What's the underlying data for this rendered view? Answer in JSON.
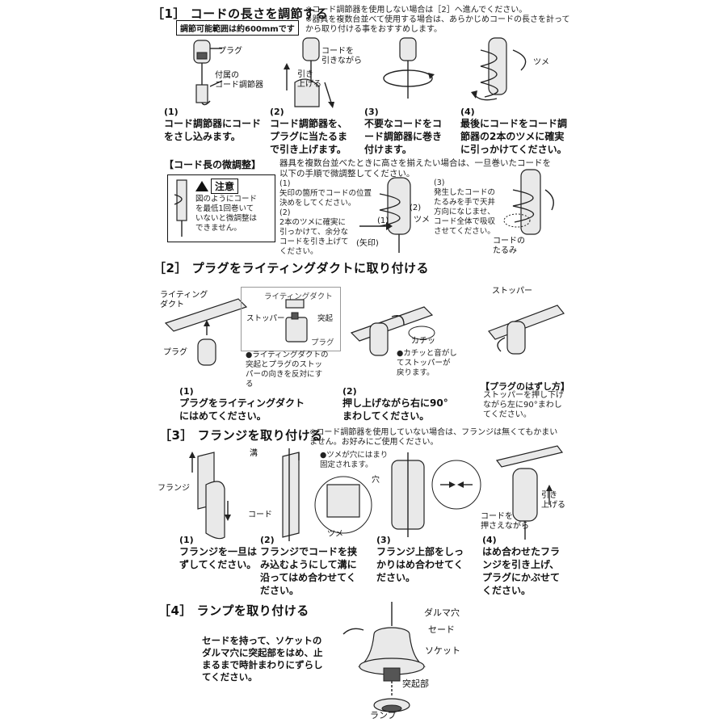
{
  "section1": {
    "title": "［1］ コードの長さを調節する",
    "note1": "※コード調節器を使用しない場合は［2］へ進んでください。",
    "note2": "※器具を複数台並べて使用する場合は、あらかじめコードの長さを計って\nから取り付ける事をおすすめします。",
    "range_label": "調節可能範囲は約600mmです",
    "labels": {
      "plug": "プラグ",
      "adjuster": "付属の\nコード調節器",
      "pull_cord": "コードを\n引きながら",
      "pull_up": "引き\n上げる",
      "claw": "ツメ"
    },
    "steps": [
      {
        "num": "(1)",
        "text": "コード調節器にコード\nをさし込みます。"
      },
      {
        "num": "(2)",
        "text": "コード調節器を、\nプラグに当たるま\nで引き上げます。"
      },
      {
        "num": "(3)",
        "text": "不要なコードをコ\nード調節器に巻き\n付けます。"
      },
      {
        "num": "(4)",
        "text": "最後にコードをコード調\n節器の2本のツメに確実\nに引っかけてください。"
      }
    ]
  },
  "fine_adjust": {
    "title": "【コード長の微調整】",
    "intro": "器具を複数台並べたときに高さを揃えたい場合は、一旦巻いたコードを\n以下の手順で微調整してください。",
    "caution_title": "注意",
    "caution_text": "図のようにコード\nを最低1回巻いて\nいないと微調整は\nできません。",
    "step1": "(1)\n矢印の箇所でコードの位置\n決めをしてください。",
    "step2": "(2)\n2本のツメに確実に\n引っかけて、余分な\nコードを引き上げて\nください。",
    "step3": "(3)\n発生したコードの\nたるみを手で天井\n方向になじませ、\nコード全体で吸収\nさせてください。",
    "label_arrow": "(矢印)",
    "label_1": "(1)",
    "label_2": "(2)",
    "label_claw": "ツメ",
    "label_slack": "コードの\nたるみ"
  },
  "section2": {
    "title": "［2］ プラグをライティングダクトに取り付ける",
    "labels": {
      "duct": "ライティング\nダクト",
      "plug": "プラグ",
      "inset_duct": "ライティングダクト",
      "stopper": "ストッパー",
      "protrusion": "突起",
      "inset_plug": "プラグ",
      "click": "カチッ",
      "stopper2": "ストッパー"
    },
    "inset_note": "●ライティングダクトの\n突起とプラグのストッ\nパーの向きを反対にす\nる",
    "click_note": "●カチッと音がし\nてストッパーが\n戻ります。",
    "remove_title": "【プラグのはずし方】",
    "remove_text": "ストッパーを押し下げ\nながら左に90°まわし\nてください。",
    "steps": [
      {
        "num": "(1)",
        "text": "プラグをライティングダクト\nにはめてください。"
      },
      {
        "num": "(2)",
        "text": "押し上げながら右に90°\nまわしてください。"
      }
    ]
  },
  "section3": {
    "title": "［3］ フランジを取り付ける",
    "note": "※コード調節器を使用していない場合は、フランジは無くてもかまい\nません。お好みにご使用ください。",
    "labels": {
      "flange": "フランジ",
      "groove": "溝",
      "cord": "コード",
      "claw_note": "●ツメが穴にはまり\n固定されます。",
      "hole": "穴",
      "claw": "ツメ",
      "hold_cord": "コードを\n押さえながら",
      "pull_up": "引き\n上げる"
    },
    "steps": [
      {
        "num": "(1)",
        "text": "フランジを一旦は\nずしてください。"
      },
      {
        "num": "(2)",
        "text": "フランジでコードを挟\nみ込むようにして溝に\n沿ってはめ合わせてく\nださい。"
      },
      {
        "num": "(3)",
        "text": "フランジ上部をしっ\nかりはめ合わせてく\nださい。"
      },
      {
        "num": "(4)",
        "text": "はめ合わせたフラ\nンジを引き上げ、\nプラグにかぶせて\nください。"
      }
    ]
  },
  "section4": {
    "title": "［4］ ランプを取り付ける",
    "text": "セードを持って、ソケットの\nダルマ穴に突起部をはめ、止\nまるまで時計まわりにずらし\nてください。",
    "labels": {
      "daruma_hole": "ダルマ穴",
      "shade": "セード",
      "socket": "ソケット",
      "protrusion": "突起部",
      "lamp": "ランプ"
    }
  },
  "colors": {
    "text": "#111111",
    "line": "#222222",
    "fill": "#e9e9e9"
  }
}
